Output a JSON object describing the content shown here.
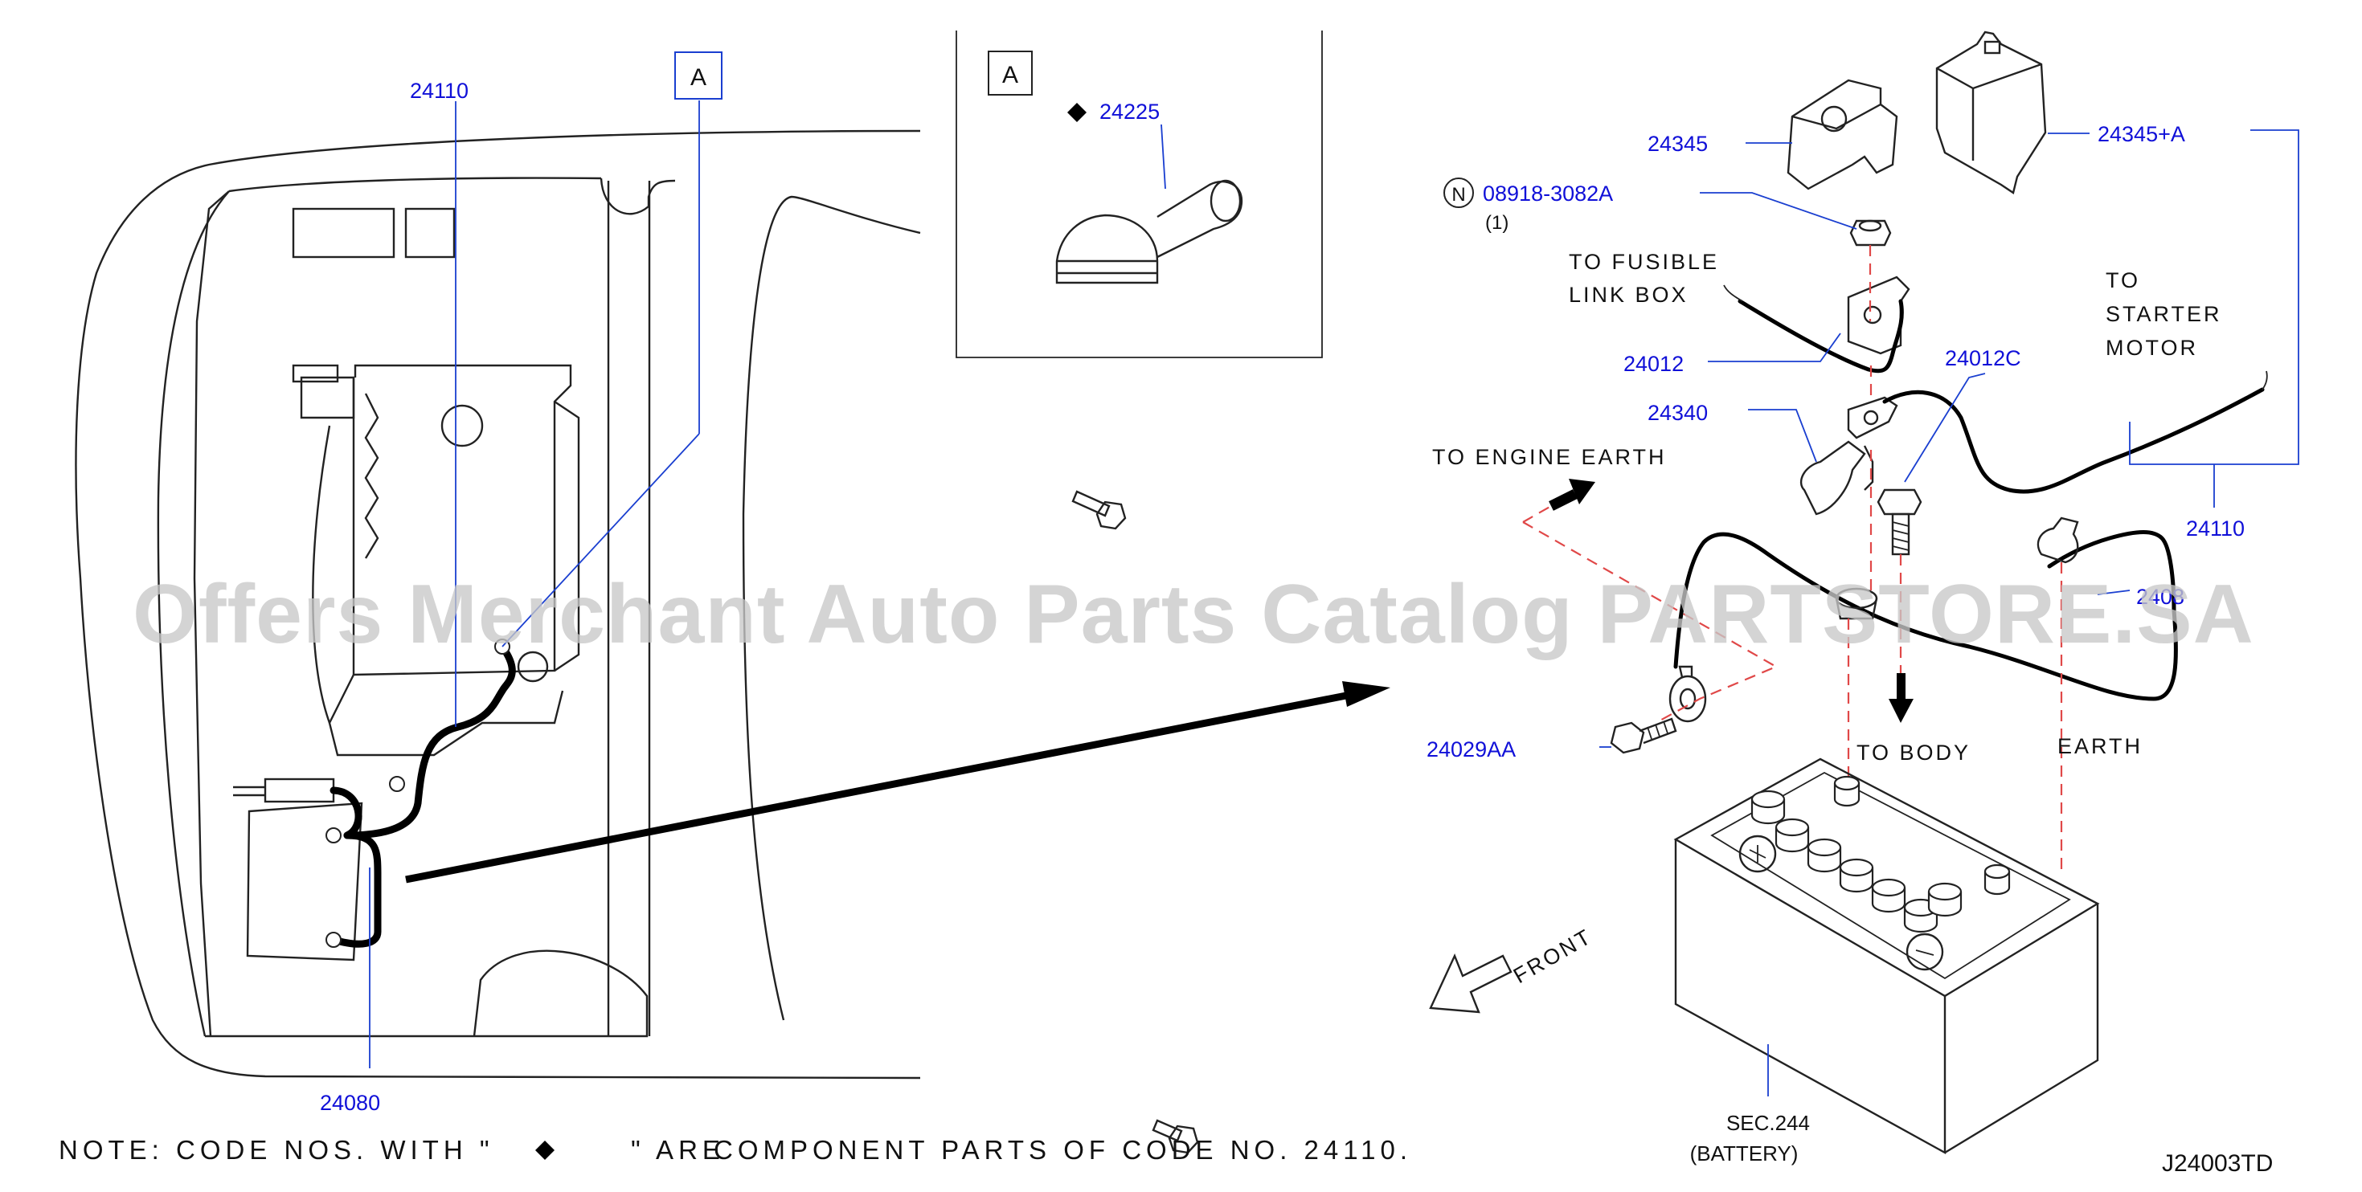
{
  "parts": {
    "p24110_left": "24110",
    "p24080_left": "24080",
    "p24225": "24225",
    "p24345": "24345",
    "p24345A": "24345+A",
    "p08918": "08918-3082A",
    "p08918_qty": "(1)",
    "p24012": "24012",
    "p24012C": "24012C",
    "p24340": "24340",
    "p24110_right": "24110",
    "p24080_right": "2408",
    "p24029AA": "24029AA"
  },
  "callouts": {
    "view_a_main": "A",
    "view_a_inset": "A",
    "nut_symbol": "N"
  },
  "labels": {
    "fusible_1": "TO  FUSIBLE",
    "fusible_2": "LINK  BOX",
    "starter_1": "TO",
    "starter_2": "STARTER",
    "starter_3": "MOTOR",
    "engine_earth": "TO  ENGINE  EARTH",
    "to_body": "TO  BODY",
    "earth": "EARTH",
    "front": "FRONT",
    "battery_sec": "SEC.244",
    "battery_name": "(BATTERY)",
    "diagram_code": "J24003TD"
  },
  "note": {
    "part1": "NOTE:  CODE  NOS.  WITH  \"",
    "part2": "\"  ARE",
    "part3": "COMPONENT  PARTS  OF  CODE  NO.  24110."
  },
  "watermark": "Offers Merchant Auto Parts Catalog PARTSTORE.SA",
  "colors": {
    "part_number": "#1010d8",
    "leader_line": "#1a3fd0",
    "dashed_guide": "#e04848",
    "line_art": "#222222"
  }
}
